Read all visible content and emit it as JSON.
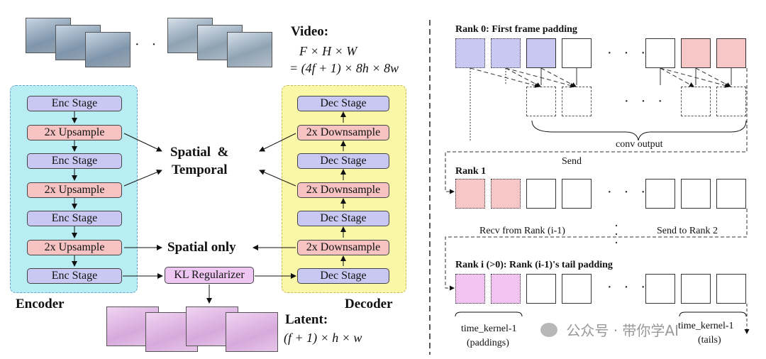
{
  "left": {
    "video_label": "Video:",
    "video_dims": "F × H × W",
    "video_formula": "= (4f + 1) × 8h × 8w",
    "frames_ellipsis": "· · ·",
    "encoder": {
      "label": "Encoder",
      "stages": [
        "Enc Stage",
        "2x Upsample",
        "Enc Stage",
        "2x Upsample",
        "Enc Stage",
        "2x Upsample",
        "Enc Stage"
      ]
    },
    "decoder": {
      "label": "Decoder",
      "stages": [
        "Dec Stage",
        "2x Downsample",
        "Dec Stage",
        "2x Downsample",
        "Dec Stage",
        "2x Downsample",
        "Dec Stage"
      ]
    },
    "kl": "KL Regularizer",
    "spatial_temporal_1": "Spatial  &",
    "spatial_temporal_2": "Temporal",
    "spatial_only": "Spatial only",
    "latent_label": "Latent:",
    "latent_formula": "(f + 1) × h × w"
  },
  "right": {
    "rank0": "Rank 0: First frame padding",
    "conv_output": "conv output",
    "send": "Send",
    "rank1": "Rank 1",
    "recv": "Recv from Rank (i-1)",
    "send_to": "Send to Rank 2",
    "ranki": "Rank i (>0): Rank (i-1)'s tail padding",
    "tk_left_1": "time_kernel-1",
    "tk_left_2": "(paddings)",
    "tk_right_1": "time_kernel-1",
    "tk_right_2": "(tails)",
    "ellipsis": "· · ·"
  },
  "watermark": "公众号 · 带你学AI",
  "colors": {
    "enc_panel": "#b7edf3",
    "dec_panel": "#fbf7a8",
    "stage_blue": "#c9c8f3",
    "stage_pink": "#f6c2c2",
    "kl_violet": "#eec6f2"
  }
}
